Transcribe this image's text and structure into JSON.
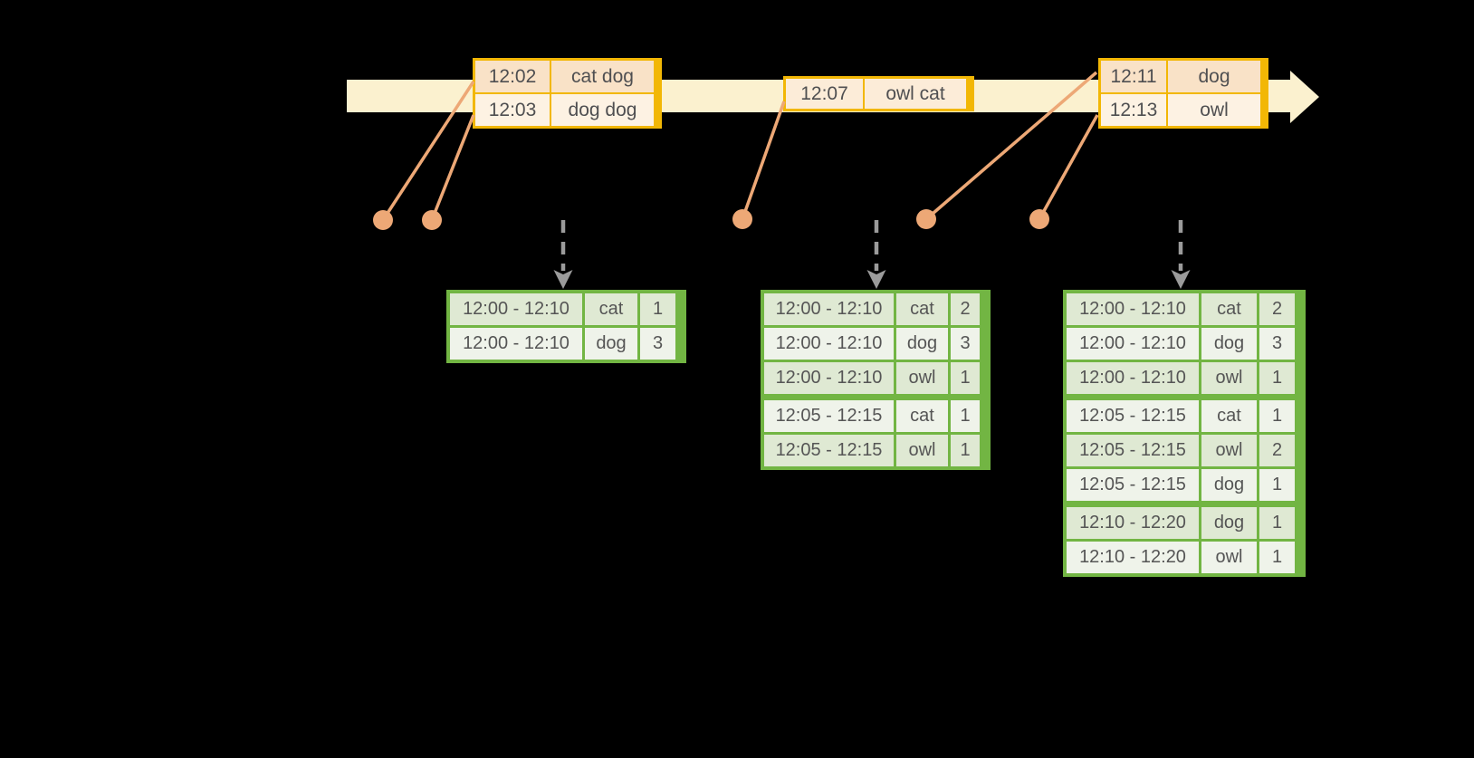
{
  "diagram_title": "",
  "colors": {
    "background": "#000000",
    "timeline_band": "#fbf1cf",
    "event_table_border": "#f2b705",
    "event_row_dark": "#f9e2c7",
    "event_row_light": "#fdf2e3",
    "event_dot": "#eda876",
    "trigger_arrow": "#9b9b9b",
    "result_table_border": "#72b543",
    "result_row_dark": "#dfe9d3",
    "result_row_light": "#eff3ea"
  },
  "timeline": {
    "event_tables": [
      {
        "rows": [
          {
            "time": "12:02",
            "words": "cat dog"
          },
          {
            "time": "12:03",
            "words": "dog dog"
          }
        ]
      },
      {
        "rows": [
          {
            "time": "12:07",
            "words": "owl cat"
          }
        ]
      },
      {
        "rows": [
          {
            "time": "12:11",
            "words": "dog"
          },
          {
            "time": "12:13",
            "words": "owl"
          }
        ]
      }
    ]
  },
  "result_tables": [
    {
      "rows": [
        {
          "window": "12:00 - 12:10",
          "word": "cat",
          "count": "1"
        },
        {
          "window": "12:00 - 12:10",
          "word": "dog",
          "count": "3"
        }
      ]
    },
    {
      "rows": [
        {
          "window": "12:00 - 12:10",
          "word": "cat",
          "count": "2"
        },
        {
          "window": "12:00 - 12:10",
          "word": "dog",
          "count": "3"
        },
        {
          "window": "12:00 - 12:10",
          "word": "owl",
          "count": "1"
        },
        {
          "window": "12:05 - 12:15",
          "word": "cat",
          "count": "1"
        },
        {
          "window": "12:05 - 12:15",
          "word": "owl",
          "count": "1"
        }
      ]
    },
    {
      "rows": [
        {
          "window": "12:00 - 12:10",
          "word": "cat",
          "count": "2"
        },
        {
          "window": "12:00 - 12:10",
          "word": "dog",
          "count": "3"
        },
        {
          "window": "12:00 - 12:10",
          "word": "owl",
          "count": "1"
        },
        {
          "window": "12:05 - 12:15",
          "word": "cat",
          "count": "1"
        },
        {
          "window": "12:05 - 12:15",
          "word": "owl",
          "count": "2"
        },
        {
          "window": "12:05 - 12:15",
          "word": "dog",
          "count": "1"
        },
        {
          "window": "12:10 - 12:20",
          "word": "dog",
          "count": "1"
        },
        {
          "window": "12:10 - 12:20",
          "word": "owl",
          "count": "1"
        }
      ]
    }
  ]
}
